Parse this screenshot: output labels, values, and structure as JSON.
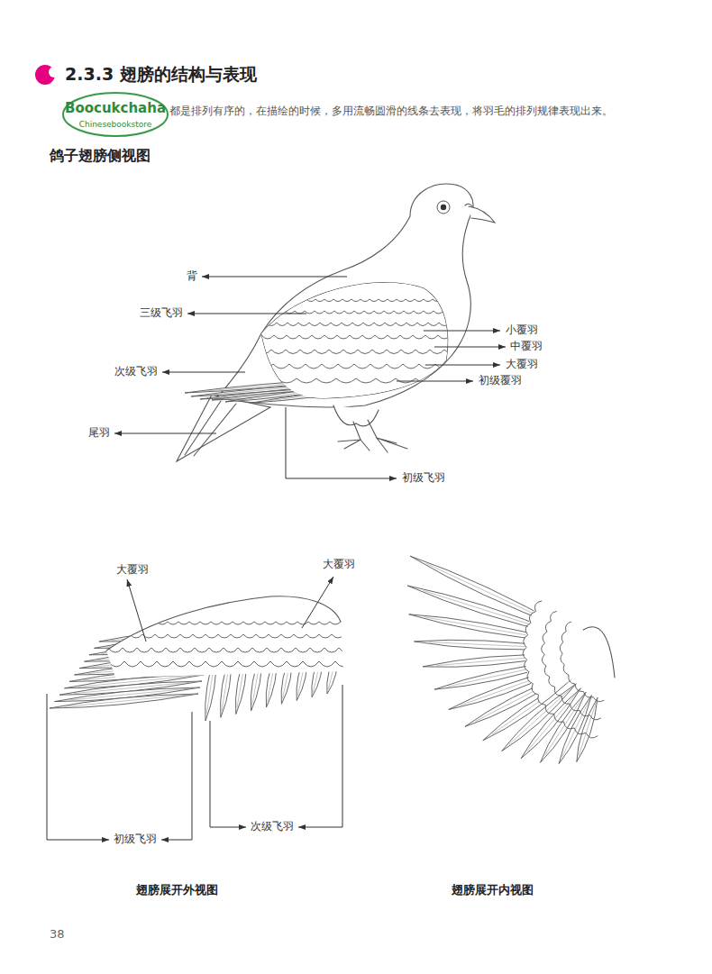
{
  "diagram": {
    "title": "2.3.3 翅膀的结构与表现",
    "labels": [
      "Boocukchaha",
      "Chinesebookstore",
      "都是排列有序的，在描绘的时候，多用流畅圆滑的线条去表现，将羽毛的排列规律表现出来。",
      "鸽子翅膀侧视图",
      "背",
      "三级飞羽",
      "次级飞羽",
      "尾羽",
      "小覆羽",
      "中覆羽",
      "大覆羽",
      "初级覆羽",
      "初级飞羽",
      "大覆羽",
      "大覆羽",
      "初级飞羽",
      "次级飞羽",
      "翅膀展开外视图",
      "翅膀展开内视图",
      "38"
    ]
  }
}
